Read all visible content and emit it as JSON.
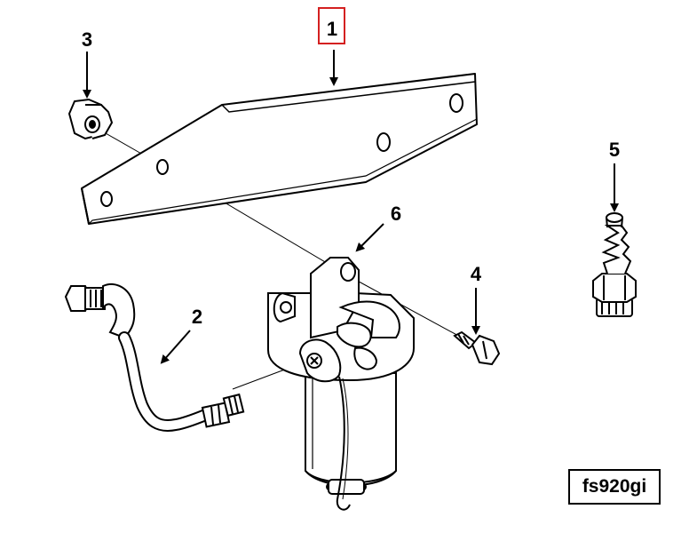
{
  "diagram": {
    "reference_code": "fs920gi",
    "selected_callout": "1",
    "highlight_color": "#d42020",
    "line_color": "#000000",
    "callouts": [
      {
        "id": "1",
        "part": "mounting-bracket"
      },
      {
        "id": "2",
        "part": "fuel-line"
      },
      {
        "id": "3",
        "part": "nut"
      },
      {
        "id": "4",
        "part": "cap-screw"
      },
      {
        "id": "5",
        "part": "hose-fitting"
      },
      {
        "id": "6",
        "part": "fuel-filter-assembly"
      }
    ]
  }
}
